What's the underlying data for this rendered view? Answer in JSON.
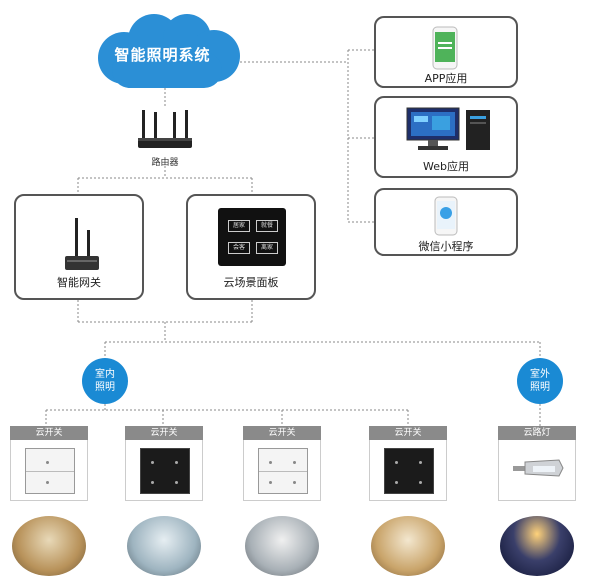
{
  "title": "智能照明系统",
  "router": {
    "label": "路由器"
  },
  "gateway": {
    "label": "智能网关"
  },
  "scene_panel": {
    "label": "云场景面板",
    "keys": [
      "居家",
      "就餐",
      "会客",
      "离家"
    ]
  },
  "apps": [
    {
      "label": "APP应用"
    },
    {
      "label": "Web应用"
    },
    {
      "label": "微信小程序"
    }
  ],
  "zones": {
    "indoor": {
      "line1": "室内",
      "line2": "照明"
    },
    "outdoor": {
      "line1": "室外",
      "line2": "照明"
    }
  },
  "devices": [
    {
      "label": "云开关",
      "panel": "white"
    },
    {
      "label": "云开关",
      "panel": "black"
    },
    {
      "label": "云开关",
      "panel": "white"
    },
    {
      "label": "云开关",
      "panel": "black"
    },
    {
      "label": "云路灯",
      "panel": "lamp"
    }
  ],
  "colors": {
    "accent": "#1a8ad4",
    "cloud": "#2b8fd6",
    "line": "#888888"
  }
}
